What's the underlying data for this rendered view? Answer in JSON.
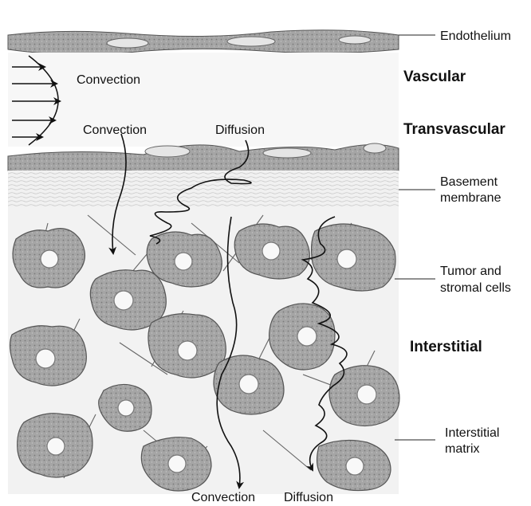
{
  "labels": {
    "endothelium": "Endothelium",
    "basement_line1": "Basement",
    "basement_line2": "membrane",
    "tumor_line1": "Tumor and",
    "tumor_line2": "stromal cells",
    "matrix_line1": "Interstitial",
    "matrix_line2": "matrix"
  },
  "regions": {
    "vascular": "Vascular",
    "transvascular": "Transvascular",
    "interstitial": "Interstitial"
  },
  "transport": {
    "vascular_convection": "Convection",
    "transvascular_convection": "Convection",
    "transvascular_diffusion": "Diffusion",
    "interstitial_convection": "Convection",
    "interstitial_diffusion": "Diffusion"
  },
  "colors": {
    "ink": "#111111",
    "cell": "#9a9a9a",
    "cell_dark": "#6e6e6e",
    "vessel": "#8a8a8a"
  }
}
